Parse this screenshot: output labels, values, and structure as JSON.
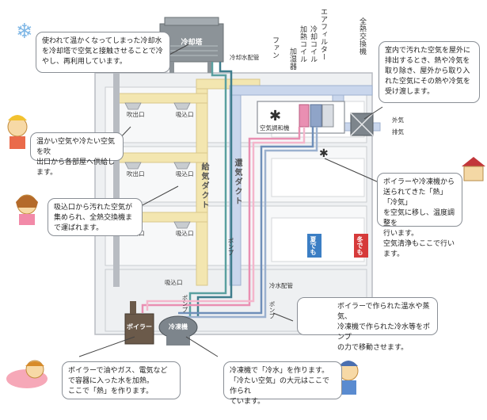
{
  "equipment": {
    "cooling_tower": "冷却塔",
    "air_handler": "空気調和機",
    "boiler": "ボイラー",
    "chiller": "冷凍機"
  },
  "equipment_vertical_labels": {
    "fan": "ファン",
    "humidifier": "加湿器",
    "heating_coil": "加熱コイル",
    "cooling_coil": "冷却コイル",
    "air_filter": "エアフィルター",
    "total_heat_exchanger": "全熱交換機"
  },
  "pipes": {
    "cooling_water": "冷却水配管",
    "chilled_water": "冷水配管",
    "pump": "ポンプ",
    "supply_duct": "給気ダクト",
    "return_duct": "還気ダクト"
  },
  "room_labels": {
    "outlet": "吹出口",
    "inlet": "吸込口"
  },
  "outside": {
    "outside_air": "外気",
    "exhaust": "排気"
  },
  "seasons": {
    "summer": "夏でも",
    "winter": "冬でも"
  },
  "callouts": {
    "cooling_tower": "使われて温かくなってしまった冷却水\nを冷却塔で空気と接触させることで冷\nやし、再利用しています。",
    "heat_exchanger": "室内で汚れた空気を屋外に\n排出するとき、熱や冷気を\n取り除き、屋外から取り入\nれた空気にその熱や冷気を\n受け渡します。",
    "outlet": "温かい空気や冷たい空気を吹\n出口から各部屋へ供給します。",
    "air_handler": "ボイラーや冷凍機から\n送られてきた「熱」「冷気」\nを空気に移し、温度調整を\n行います。\n空気清浄もここで行います。",
    "inlet": "吸込口から汚れた空気が\n集められ、全熱交換機ま\nで運ばれます。",
    "water_transport": "ボイラーで作られた温水や蒸気、\n冷凍機で作られた冷水等をポンプ\nの力で移動させます。",
    "boiler": "ボイラーで油やガス、電気など\nで容器に入った水を加熱。\nここで「熱」を作ります。",
    "chiller": "冷凍機で「冷水」を作ります。\n「冷たい空気」の大元はここで作られ\nています。"
  },
  "colors": {
    "supply_duct": "#f3e6b0",
    "return_duct": "#c9d6ec",
    "hot_pipe": "#e98fb2",
    "cold_pipe": "#6f8fb9",
    "cool_water_pipe": "#5aa0a0",
    "building": "#eceef0"
  }
}
